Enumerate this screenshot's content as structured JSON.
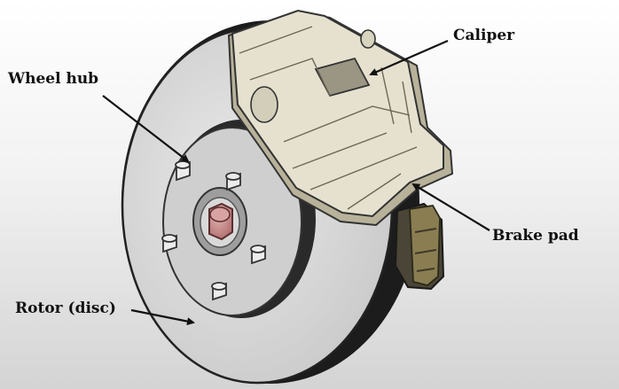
{
  "labels": {
    "caliper": "Caliper",
    "wheel_hub": "Wheel hub",
    "brake_pad": "Brake pad",
    "rotor": "Rotor (disc)"
  },
  "colors": {
    "rotor_face": "#dcdcdc",
    "rotor_edge": "#1c1c1c",
    "hub_recess": "#2a2a2a",
    "hub_face": "#cfcfcf",
    "caliper_body": "#e6e1cf",
    "caliper_shadow": "#b8b29a",
    "pad_metal": "#8a7d52",
    "nut": "#c98b8b",
    "stud": "#e8e8e8",
    "line": "#111111"
  }
}
